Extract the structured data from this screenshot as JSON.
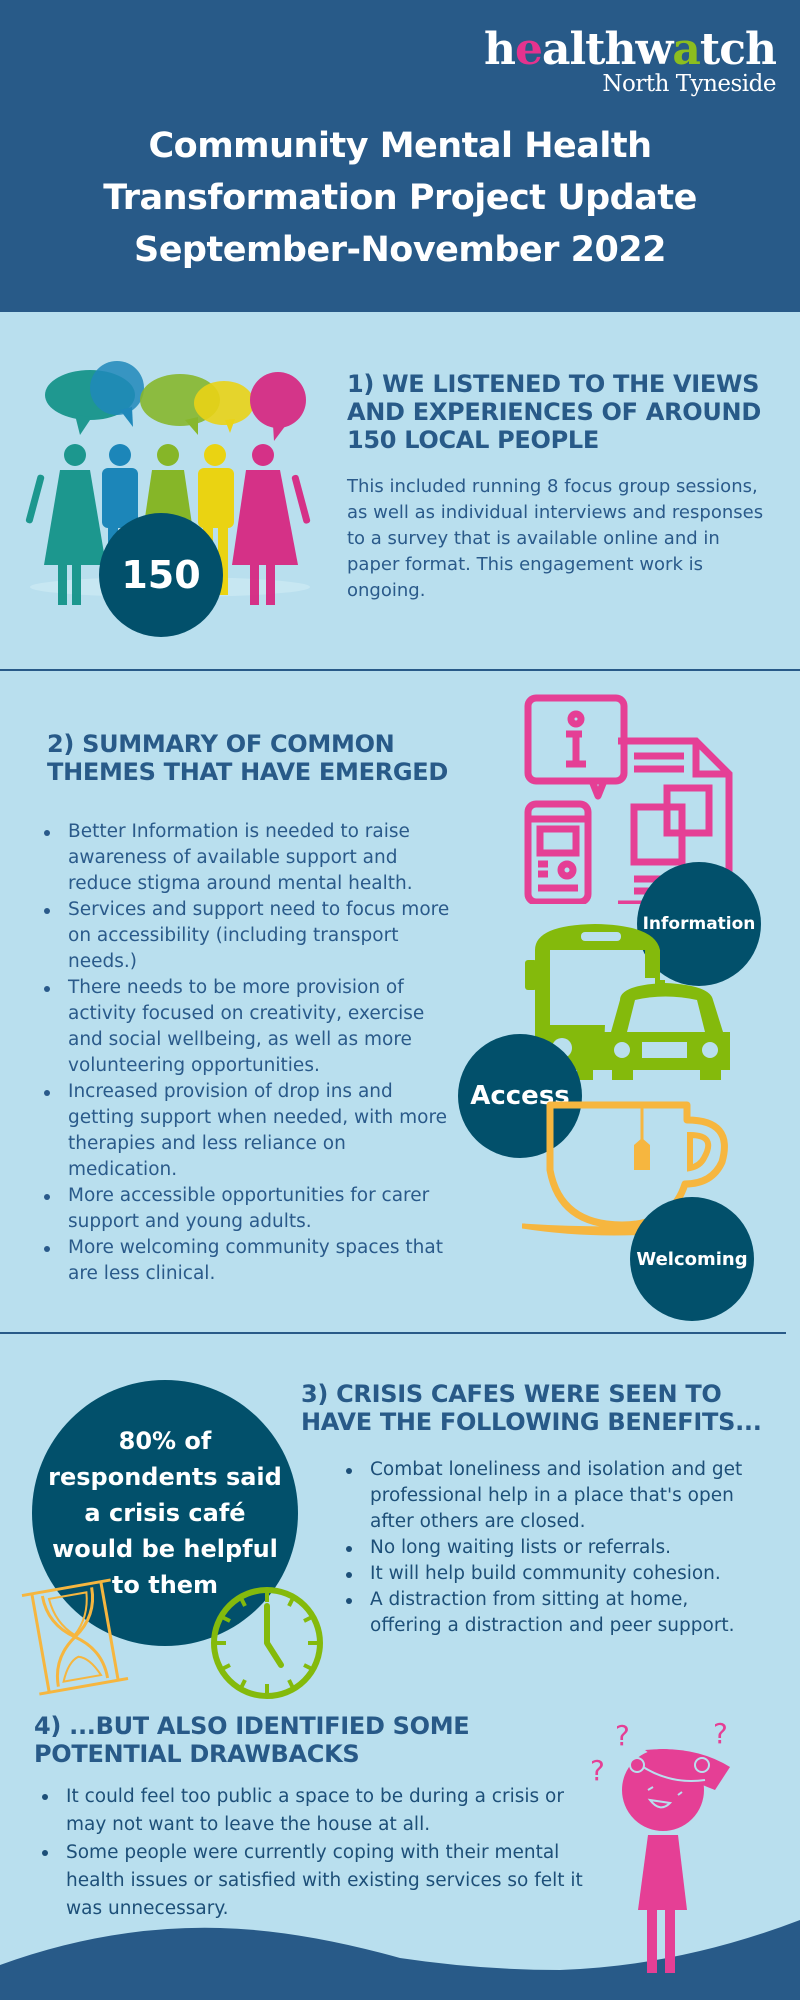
{
  "header": {
    "logo": {
      "parts": [
        "h",
        "e",
        "alth",
        "w",
        "a",
        "tch"
      ],
      "text": "healthwatch",
      "subtitle": "North Tyneside"
    },
    "title_lines": [
      "Community Mental Health",
      "Transformation Project Update",
      "September-November 2022"
    ]
  },
  "section1": {
    "heading_lines": [
      "1) WE LISTENED TO THE VIEWS",
      "AND EXPERIENCES OF AROUND",
      "150 LOCAL PEOPLE"
    ],
    "body": "This included running 8 focus group sessions, as well as individual interviews and responses to a survey that is available online and in paper format. This engagement work is ongoing.",
    "stat_number": "150",
    "illustration": "people-speech-bubbles-icon",
    "people_colors": [
      "#0f9186",
      "#0f7fb5",
      "#82b318",
      "#efd200",
      "#d8237f"
    ]
  },
  "section2": {
    "heading_lines": [
      "2) SUMMARY OF COMMON",
      "THEMES THAT HAVE EMERGED"
    ],
    "bullets": [
      "Better Information is needed to raise awareness of available support and reduce stigma around mental health.",
      "Services and support need to focus more on accessibility (including transport needs.)",
      "There needs to be more provision of activity focused on creativity, exercise and social wellbeing, as well as more volunteering opportunities.",
      "Increased provision of drop ins and getting support when needed, with more therapies and less reliance on medication.",
      "More accessible opportunities for carer support and young adults.",
      "More welcoming community spaces that are less clinical."
    ],
    "theme_badges": [
      {
        "label": "Information",
        "icon": "information-devices-icon",
        "color": "#e53f95"
      },
      {
        "label": "Access",
        "icon": "bus-car-icon",
        "color": "#84ba0c"
      },
      {
        "label": "Welcoming",
        "icon": "tea-cup-icon",
        "color": "#f6b63f"
      }
    ]
  },
  "section3": {
    "heading_lines": [
      "3) CRISIS CAFES WERE SEEN TO",
      "HAVE THE FOLLOWING BENEFITS..."
    ],
    "stat_lines": [
      "80% of",
      "respondents said",
      "a crisis café",
      "would be helpful",
      "to them"
    ],
    "stat_percent": "80%",
    "bullets": [
      "Combat loneliness and isolation and get professional help in a place that's open after others are closed.",
      "No long waiting lists or referrals.",
      "It will help build community cohesion.",
      "A distraction from sitting at home, offering a distraction and peer support."
    ]
  },
  "section4": {
    "heading_lines": [
      "4) ...BUT ALSO IDENTIFIED SOME",
      "POTENTIAL DRAWBACKS"
    ],
    "bullets": [
      "It could feel too public a space to be during a crisis or may not want to leave the house at all.",
      "Some people were currently coping with their mental health issues or satisfied with existing services so felt it was unnecessary."
    ],
    "illustration": "confused-person-icon"
  },
  "colors": {
    "header_bg": "#285a88",
    "page_bg": "#b9dfee",
    "heading_text": "#285a88",
    "circle_bg": "#02506b",
    "pink": "#e53f95",
    "green": "#84ba0c",
    "orange": "#f6b63f"
  }
}
